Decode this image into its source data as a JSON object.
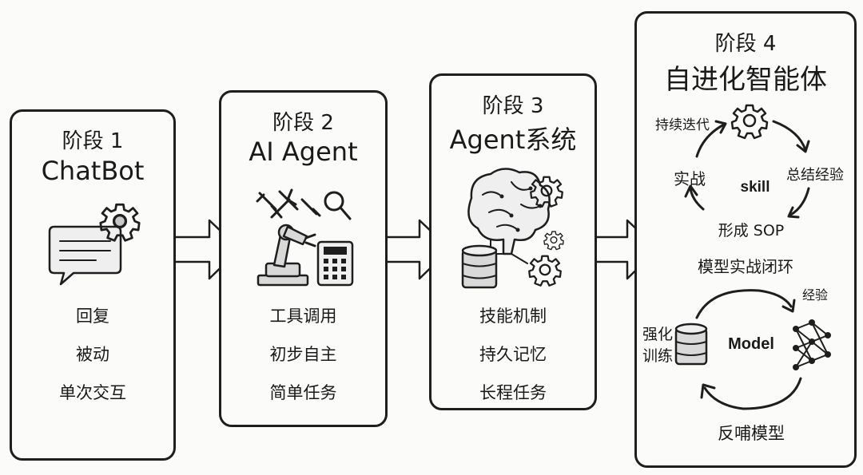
{
  "stages": [
    {
      "label": "阶段 1",
      "title": "ChatBot",
      "features": [
        "回复",
        "被动",
        "单次交互"
      ],
      "icon": "chat-bubble-gear-icon"
    },
    {
      "label": "阶段 2",
      "title": "AI Agent",
      "features": [
        "工具调用",
        "初步自主",
        "简单任务"
      ],
      "icon": "robot-arm-tools-icon"
    },
    {
      "label": "阶段 3",
      "title": "Agent系统",
      "features": [
        "技能机制",
        "持久记忆",
        "长程任务"
      ],
      "icon": "brain-database-gears-icon"
    },
    {
      "label": "阶段 4",
      "title": "自进化智能体",
      "skill_cycle": {
        "center": "skill",
        "steps": [
          "持续迭代",
          "总结经验",
          "形成 SOP",
          "实战"
        ]
      },
      "model_loop": {
        "title": "模型实战闭环",
        "center": "Model",
        "experience": "经验",
        "training": [
          "强化",
          "训练"
        ],
        "feedback": "反哺模型"
      }
    }
  ]
}
